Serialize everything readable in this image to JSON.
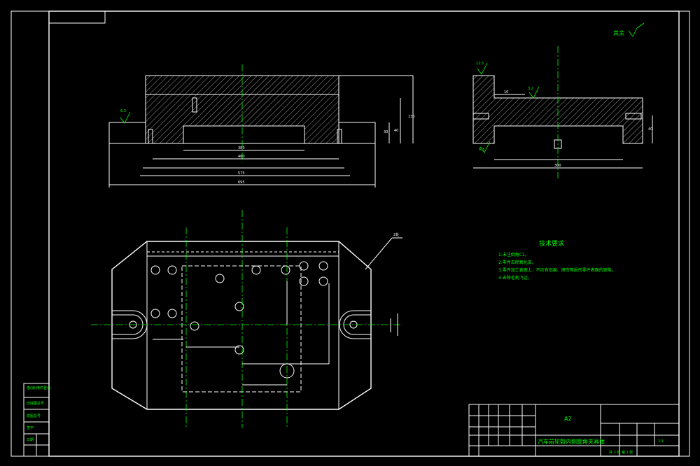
{
  "title_block": {
    "sheet_size": "A2",
    "drawing_name": "汽车前轮毂内侧圆角夹具体",
    "scale_label": "1:1",
    "sheet_label": "共 1 张  第 1 张"
  },
  "technical_requirements": {
    "heading": "技术要求",
    "items": [
      "1.未注倒角C1。",
      "2.零件去除氧化皮。",
      "3.零件加工表面上，不应有划痕、擦伤等损伤零件表面的缺陷。",
      "4.去除毛刺飞边。"
    ]
  },
  "roughness_note": "其余",
  "side_labels": [
    "借(通)用件登记",
    "旧底图总号",
    "底图总号",
    "签字",
    "日期"
  ],
  "dimensions": {
    "front_width_inner": "380",
    "front_width_mid": "460",
    "front_width_outer": "575",
    "front_width_total": "695",
    "front_height": "130",
    "front_depth_small": "30",
    "front_depth_mid": "40",
    "side_width": "300",
    "side_depth": "40",
    "side_offset": "10",
    "roughness_a": "6.3",
    "roughness_b": "12.5",
    "roughness_c": "3.2",
    "plan_note": "2处"
  }
}
